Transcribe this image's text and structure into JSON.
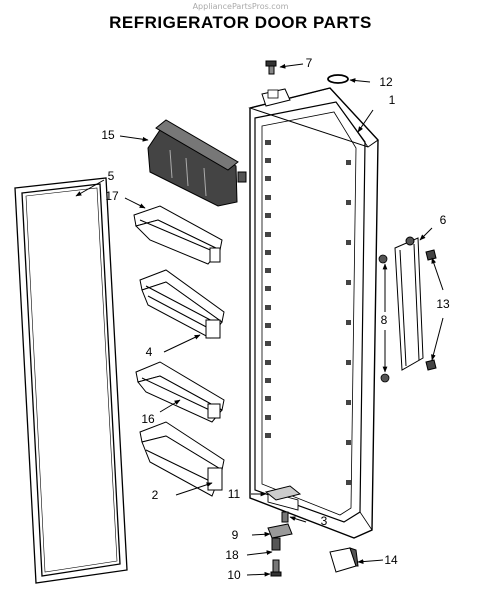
{
  "header": {
    "watermark": "AppliancePartsPros.com",
    "title": "REFRIGERATOR DOOR PARTS"
  },
  "callouts": [
    "1",
    "2",
    "3",
    "4",
    "5",
    "6",
    "7",
    "8",
    "9",
    "10",
    "11",
    "12",
    "13",
    "14",
    "15",
    "16",
    "17",
    "18"
  ]
}
